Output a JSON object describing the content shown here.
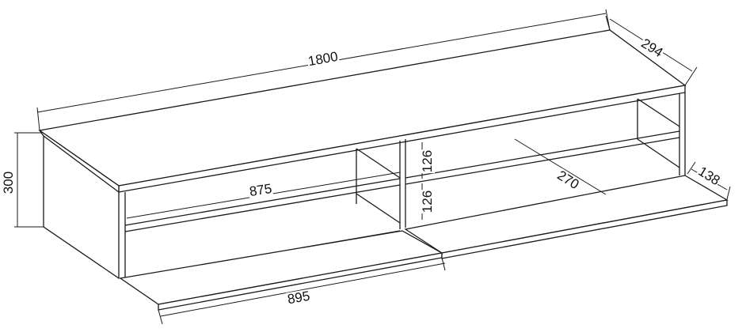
{
  "title": "TV stand dimension drawing",
  "dimensions": {
    "width": "1800",
    "depth": "294",
    "height": "300",
    "shelf_width": "875",
    "compartment_upper": "126",
    "compartment_lower": "126",
    "inner_depth": "270",
    "flap_depth": "138",
    "flap_width": "895"
  }
}
